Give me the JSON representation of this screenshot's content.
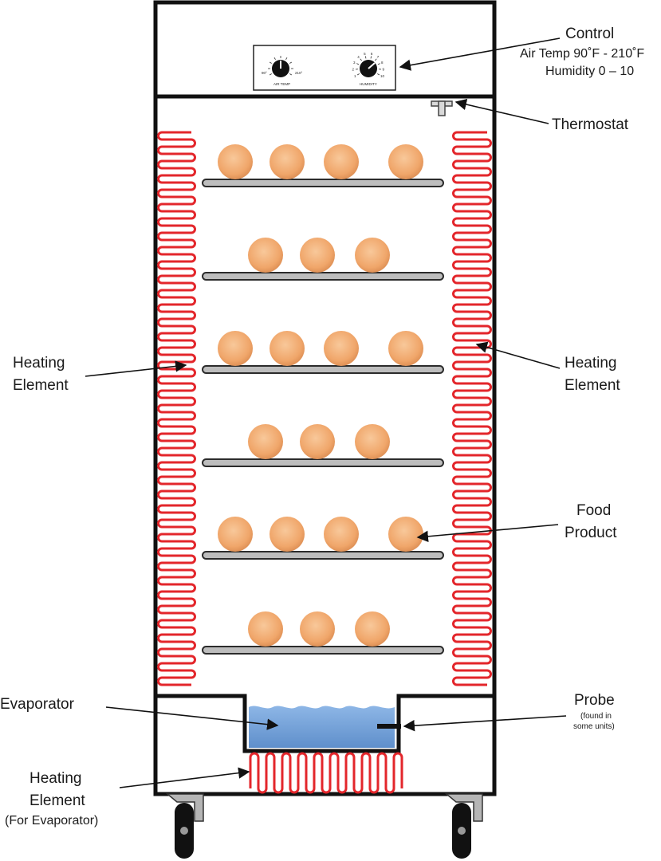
{
  "labels": {
    "control": "Control",
    "control_air_temp": "Air Temp 90˚F - 210˚F",
    "control_humidity": "Humidity 0 – 10",
    "thermostat": "Thermostat",
    "heating_element_left_1": "Heating",
    "heating_element_left_2": "Element",
    "heating_element_right_1": "Heating",
    "heating_element_right_2": "Element",
    "food_product_1": "Food",
    "food_product_2": "Product",
    "evaporator": "Evaporator",
    "probe": "Probe",
    "probe_note_1": "(found in",
    "probe_note_2": "some units)",
    "evap_heating_1": "Heating",
    "evap_heating_2": "Element",
    "evap_heating_3": "(For Evaporator)"
  },
  "control_panel": {
    "air_temp_dial": {
      "min_label": "90°",
      "max_label": "210°",
      "name": "AIR TEMP"
    },
    "humidity_dial": {
      "name": "HUMIDITY",
      "ticks": [
        "1",
        "2",
        "3",
        "4",
        "5",
        "6",
        "7",
        "8",
        "9",
        "10"
      ]
    }
  },
  "trays": [
    {
      "items": 4
    },
    {
      "items": 3
    },
    {
      "items": 4
    },
    {
      "items": 3
    },
    {
      "items": 4
    },
    {
      "items": 3
    }
  ],
  "colors": {
    "frame": "#111111",
    "heating_coil": "#e3262b",
    "food": "#f0a66a",
    "water": "#6f9fd8",
    "tray": "#bdbdbd"
  }
}
